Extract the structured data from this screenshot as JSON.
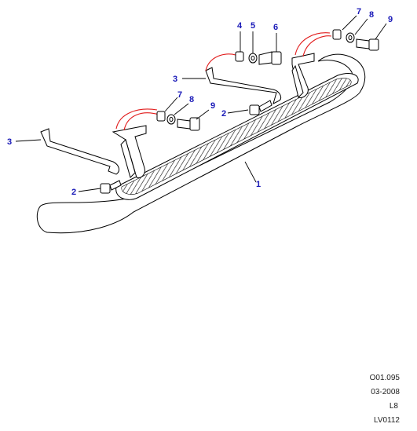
{
  "callouts": {
    "c1": "1",
    "c2a": "2",
    "c2b": "2",
    "c3a": "3",
    "c3b": "3",
    "c4": "4",
    "c5": "5",
    "c6": "6",
    "c7a": "7",
    "c7b": "7",
    "c8a": "8",
    "c8b": "8",
    "c9a": "9",
    "c9b": "9"
  },
  "reference": {
    "code": "O01.095",
    "date": "03-2008",
    "model": "L8",
    "drawing": "LV0112"
  },
  "colors": {
    "callout": "#1a1ab8",
    "arrow": "#e11b1b",
    "line": "#000000"
  }
}
